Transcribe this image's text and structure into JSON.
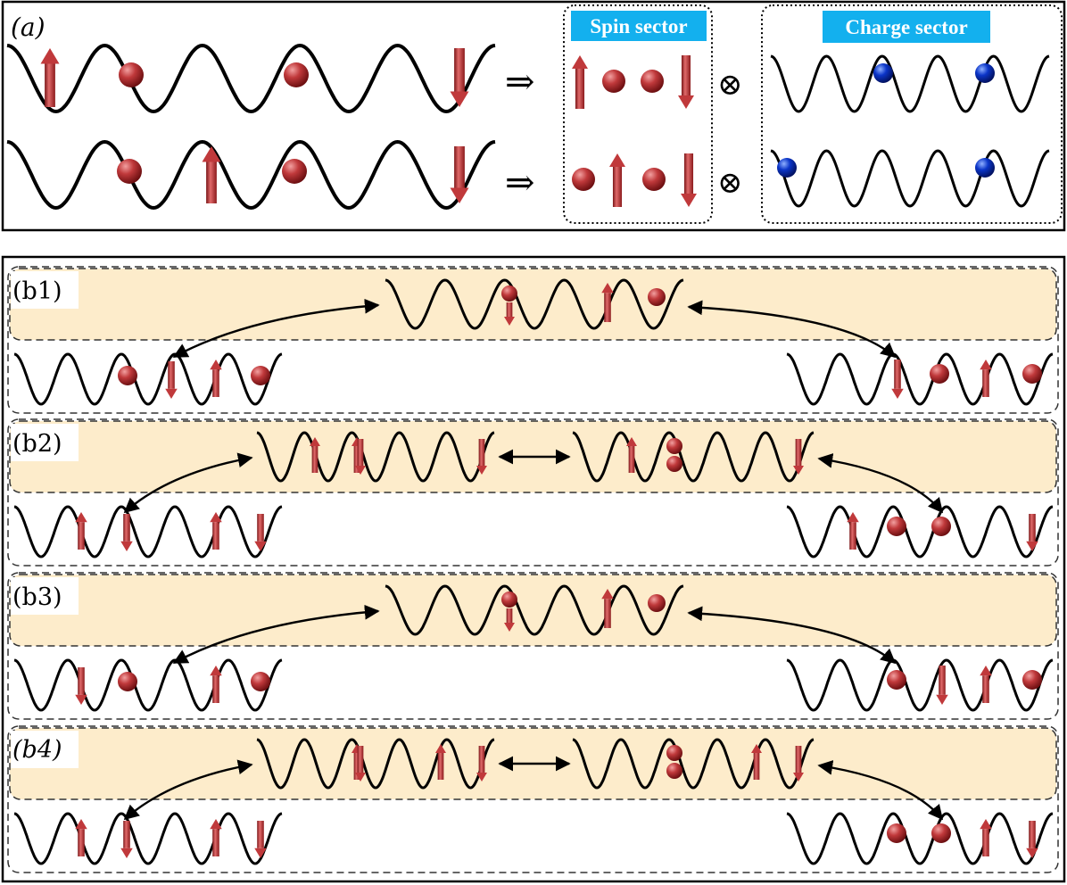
{
  "panel_a": {
    "label": "(a)",
    "spin_sector": "Spin sector",
    "charge_sector": "Charge sector",
    "implies": "⇒",
    "tensor": "⊗"
  },
  "panel_b": {
    "labels": [
      "(b1)",
      "(b2)",
      "(b3)",
      "(b4)"
    ]
  },
  "colors": {
    "particle": "#c0393b",
    "arrow": "#c0393b",
    "hole": "#0b35c8",
    "badge": "#13b0ee",
    "band": "#fdeccb",
    "line": "#000000"
  }
}
